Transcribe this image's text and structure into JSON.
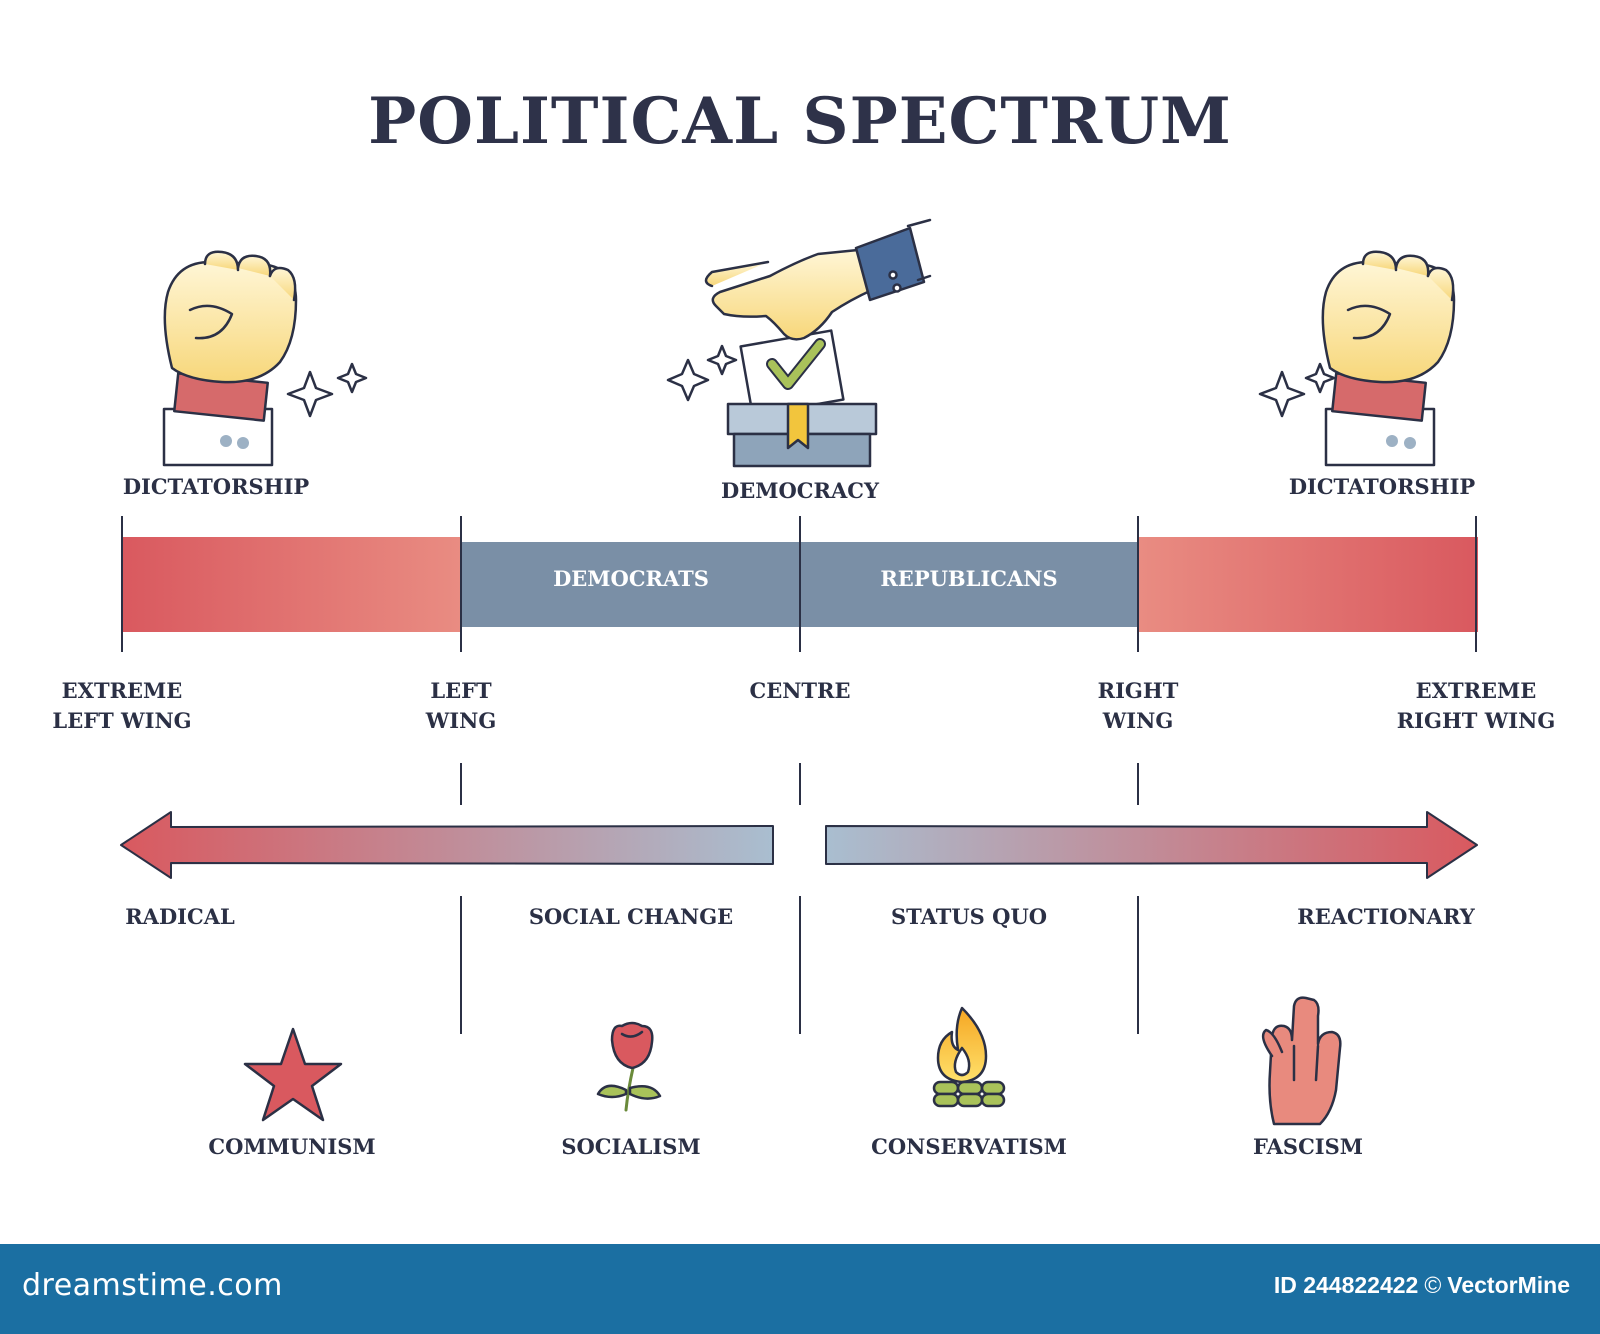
{
  "title": "POLITICAL SPECTRUM",
  "top_icons": {
    "left": "DICTATORSHIP",
    "center": "DEMOCRACY",
    "right": "DICTATORSHIP"
  },
  "bar": {
    "segments": [
      "DEMOCRATS",
      "REPUBLICANS"
    ]
  },
  "positions": [
    {
      "line1": "EXTREME",
      "line2": "LEFT WING"
    },
    {
      "line1": "LEFT",
      "line2": "WING"
    },
    {
      "line1": "CENTRE",
      "line2": ""
    },
    {
      "line1": "RIGHT",
      "line2": "WING"
    },
    {
      "line1": "EXTREME",
      "line2": "RIGHT WING"
    }
  ],
  "attitudes": [
    "RADICAL",
    "SOCIAL CHANGE",
    "STATUS QUO",
    "REACTIONARY"
  ],
  "ideologies": [
    {
      "label": "COMMUNISM",
      "icon": "star-icon"
    },
    {
      "label": "SOCIALISM",
      "icon": "rose-icon"
    },
    {
      "label": "CONSERVATISM",
      "icon": "campfire-icon"
    },
    {
      "label": "FASCISM",
      "icon": "raised-hand-icon"
    }
  ],
  "colors": {
    "extreme": "#d9595f",
    "moderate": "#7a8fa6",
    "text": "#2b3045",
    "footer": "#1b6fa2"
  },
  "footer": {
    "brand": "dreamstime.com",
    "id_text": "ID 244822422",
    "copyright_symbol": "©",
    "author": "VectorMine"
  }
}
